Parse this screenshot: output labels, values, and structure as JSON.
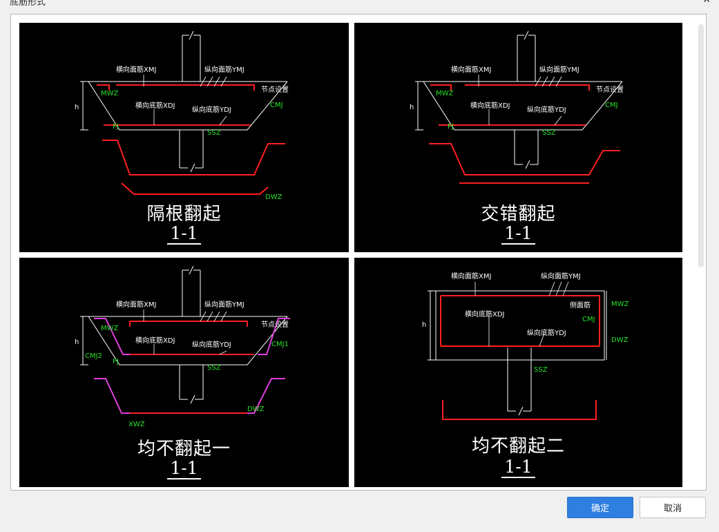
{
  "window": {
    "title": "底筋形式",
    "close_glyph": "✕"
  },
  "panels": [
    {
      "title": "隔根翻起",
      "section": "1-1",
      "labels": {
        "xmj": "横向面筋XMJ",
        "ymj": "纵向面筋YMJ",
        "xdj": "横向底筋XDJ",
        "ydj": "纵向底筋YDJ",
        "side": "节点设置",
        "cmj": "CMJ",
        "mwz": "MWZ",
        "h": "h",
        "pj": "PJ",
        "ssz": "SSZ",
        "dwz": "DWZ"
      }
    },
    {
      "title": "交错翻起",
      "section": "1-1",
      "labels": {
        "xmj": "横向面筋XMJ",
        "ymj": "纵向面筋YMJ",
        "xdj": "横向底筋XDJ",
        "ydj": "纵向底筋YDJ",
        "side": "节点设置",
        "cmj": "CMJ",
        "mwz": "MWZ",
        "h": "h",
        "pj": "PJ",
        "ssz": "SSZ"
      }
    },
    {
      "title": "均不翻起一",
      "section": "1-1",
      "labels": {
        "xmj": "横向面筋XMJ",
        "ymj": "纵向面筋YMJ",
        "xdj": "横向底筋XDJ",
        "ydj": "纵向底筋YDJ",
        "side": "节点设置",
        "cmj1": "CMJ1",
        "cmj2": "CMJ2",
        "mwz": "MWZ",
        "h": "h",
        "pj": "PJ",
        "ssz": "SSZ",
        "dwz": "DWZ",
        "xwz": "XWZ"
      }
    },
    {
      "title": "均不翻起二",
      "section": "1-1",
      "labels": {
        "xmj": "横向面筋XMJ",
        "ymj": "纵向面筋YMJ",
        "xdj": "横向底筋XDJ",
        "ydj": "纵向底筋YDJ",
        "side": "侧面筋",
        "cmj": "CMJ",
        "mwz": "MWZ",
        "dwz": "DWZ",
        "h": "h",
        "ssz": "SSZ"
      }
    }
  ],
  "buttons": {
    "ok": "确定",
    "cancel": "取消"
  },
  "colors": {
    "panel_bg": "#000000",
    "rebar_red": "#ff2020",
    "rebar_magenta": "#e040e0",
    "label_green": "#29e329",
    "line_white": "#ffffff",
    "ok_blue": "#2f7fe0"
  }
}
